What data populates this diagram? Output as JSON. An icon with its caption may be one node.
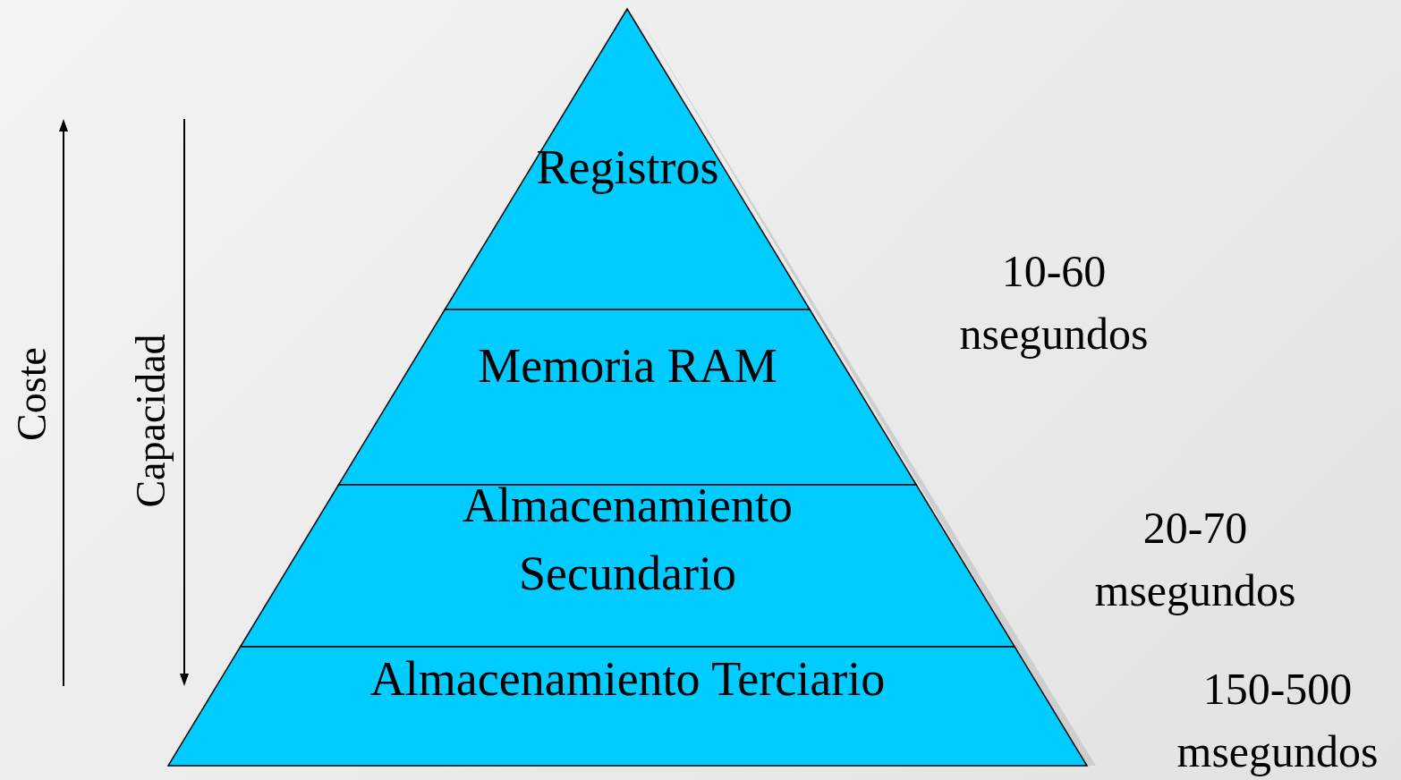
{
  "diagram": {
    "nodes": [
      {
        "text": [
          "Registros"
        ]
      },
      {
        "text": [
          "Memoria RAM"
        ]
      },
      {
        "text": [
          "Almacenamiento Secundario"
        ]
      },
      {
        "text": [
          "Almacenamiento Terciario"
        ]
      }
    ],
    "edges": [],
    "labels": [
      "Coste",
      "Capacidad",
      "10-60 nsegundos",
      "20-70 msegundos",
      "150-500 msegundos"
    ]
  }
}
